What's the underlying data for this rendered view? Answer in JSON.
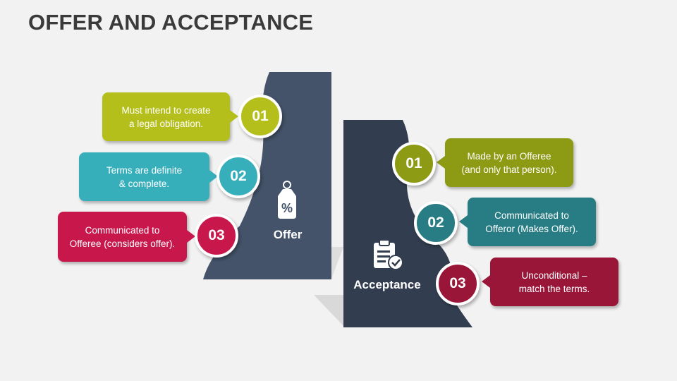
{
  "title": "OFFER AND ACCEPTANCE",
  "offer": {
    "label": "Offer",
    "icon": "price-tag-percent-icon",
    "items": [
      {
        "number": "01",
        "line1": "Must intend to create",
        "line2": "a legal obligation.",
        "color": "#b5bf1b"
      },
      {
        "number": "02",
        "line1": "Terms are definite",
        "line2": "& complete.",
        "color": "#37afbb"
      },
      {
        "number": "03",
        "line1": "Communicated to",
        "line2": "Offeree (considers offer).",
        "color": "#c8174b"
      }
    ]
  },
  "acceptance": {
    "label": "Acceptance",
    "icon": "clipboard-check-icon",
    "items": [
      {
        "number": "01",
        "line1": "Made by an Offeree",
        "line2": "(and only that person).",
        "color": "#8d9a14"
      },
      {
        "number": "02",
        "line1": "Communicated to",
        "line2": "Offeror (Makes Offer).",
        "color": "#287d84"
      },
      {
        "number": "03",
        "line1": "Unconditional –",
        "line2": "match the terms.",
        "color": "#9a1638"
      }
    ]
  },
  "colors": {
    "offer_panel": "#44536a",
    "acceptance_panel": "#323e50",
    "shadow": "#d6d6d6"
  }
}
